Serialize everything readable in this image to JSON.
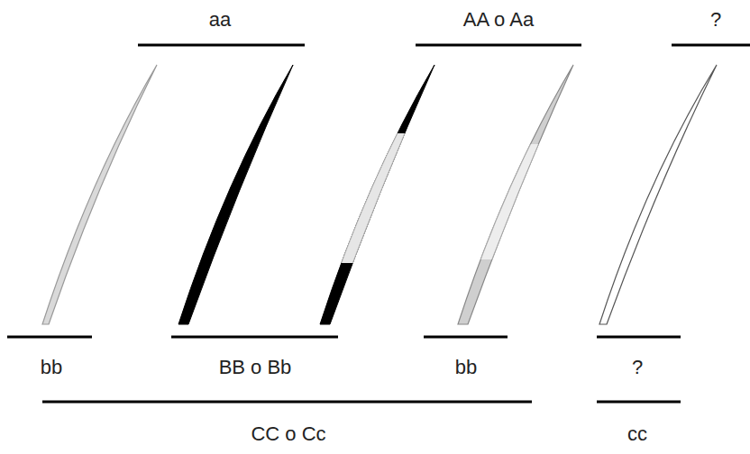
{
  "diagram": {
    "labels": [
      "aa",
      "AA o Aa",
      "?",
      "bb",
      "BB o Bb",
      "bb",
      "?",
      "CC o Cc",
      "cc"
    ]
  }
}
